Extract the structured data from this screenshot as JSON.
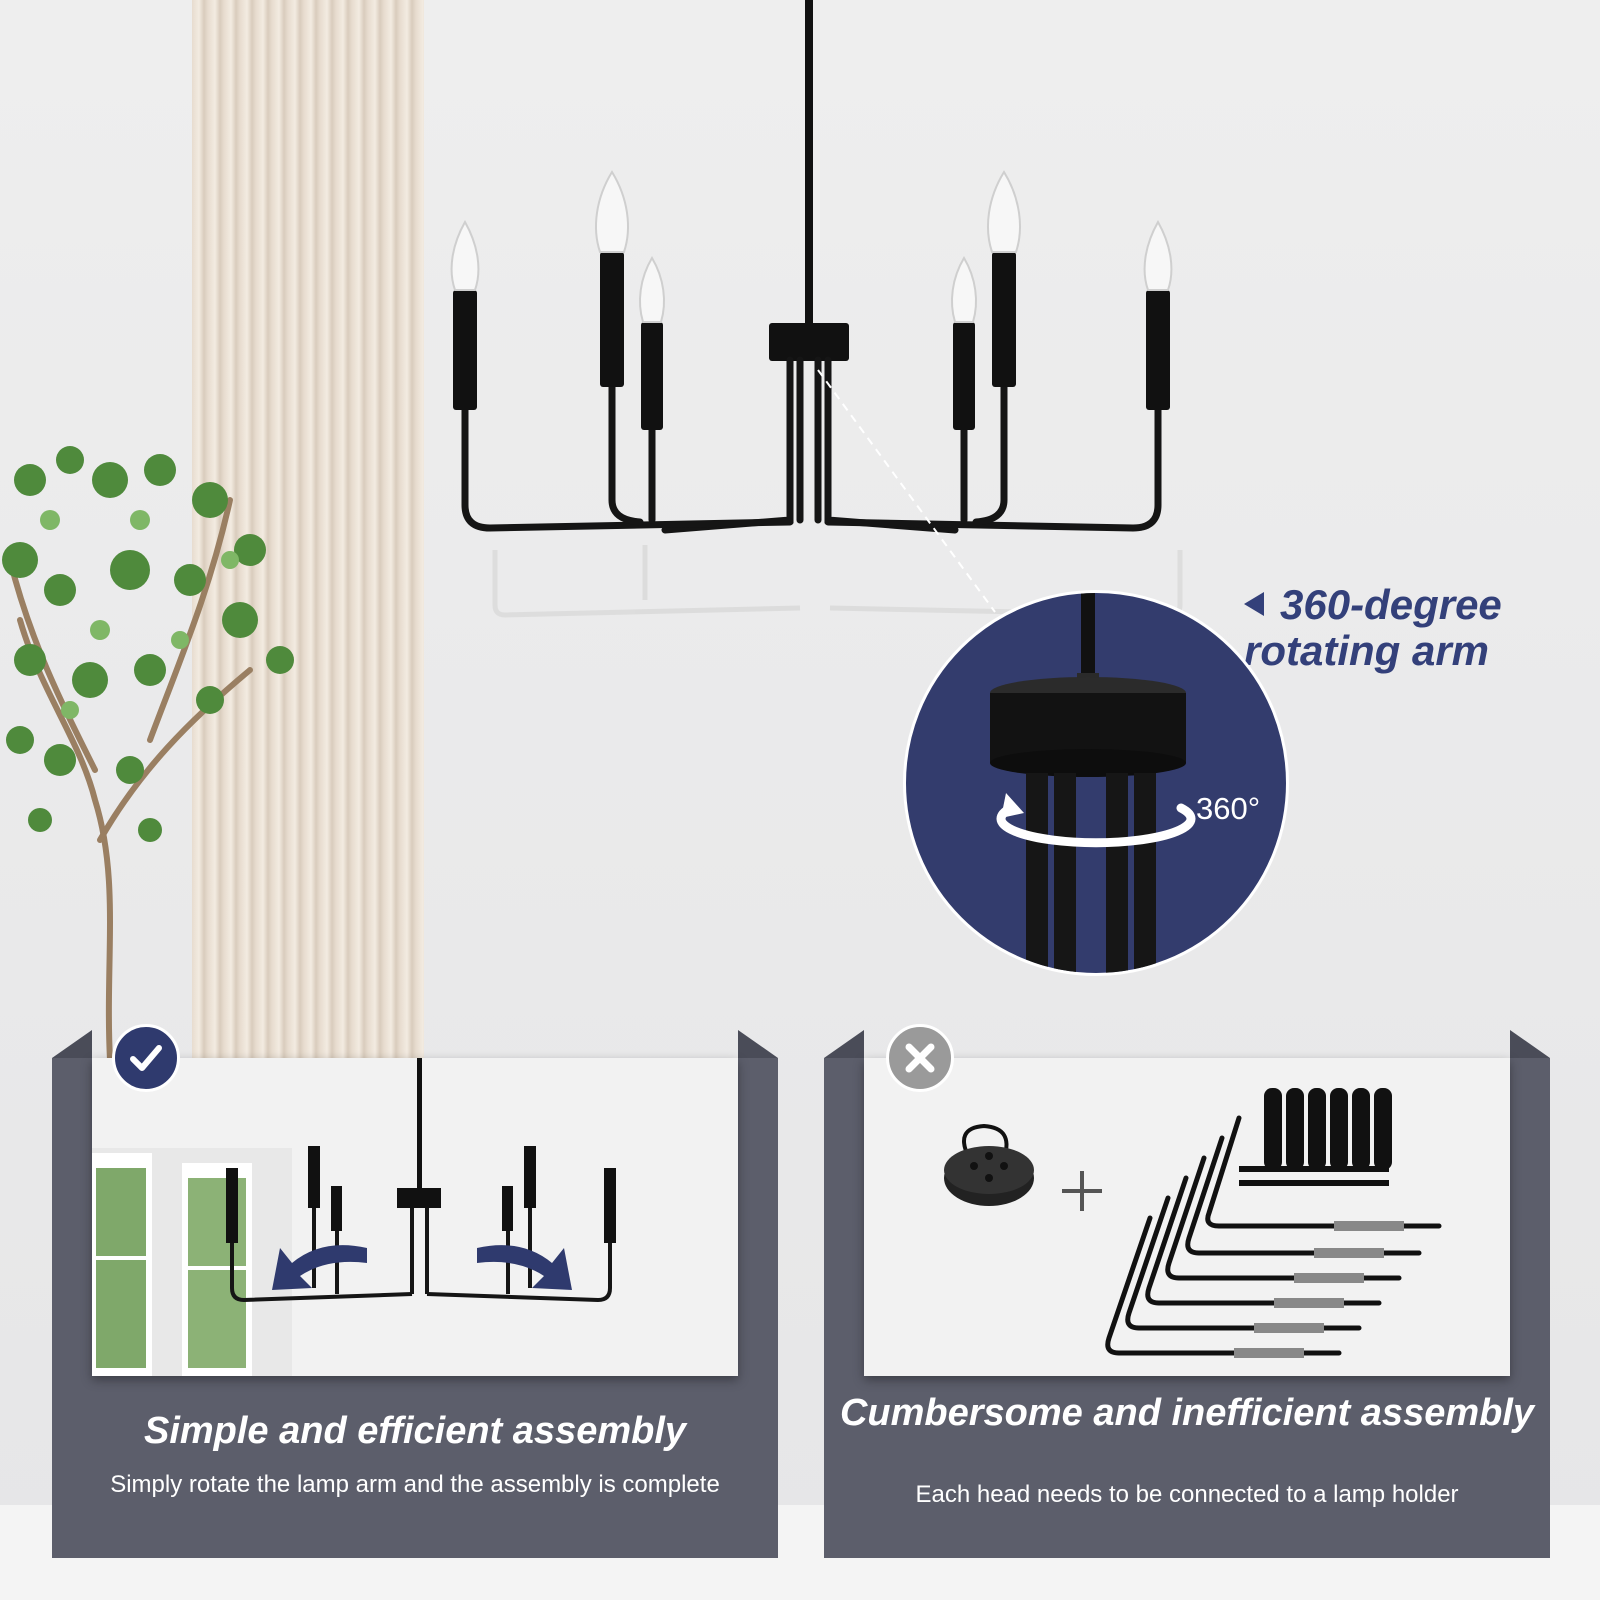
{
  "callout": {
    "title_line1": "360-degree",
    "title_line2": "rotating arm",
    "degree_label": "360°"
  },
  "cards": {
    "good": {
      "title": "Simple and efficient assembly",
      "description": "Simply rotate the lamp arm and the assembly is complete"
    },
    "bad": {
      "title": "Cumbersome and inefficient assembly",
      "description": "Each head needs to be connected to a lamp holder"
    }
  },
  "colors": {
    "accent_navy": "#33407a",
    "circle_navy": "#333c6d",
    "card_gray": "#5c5e6b",
    "fixture_black": "#111111"
  },
  "icons": {
    "good_badge": "checkmark-icon",
    "bad_badge": "x-mark-icon"
  }
}
